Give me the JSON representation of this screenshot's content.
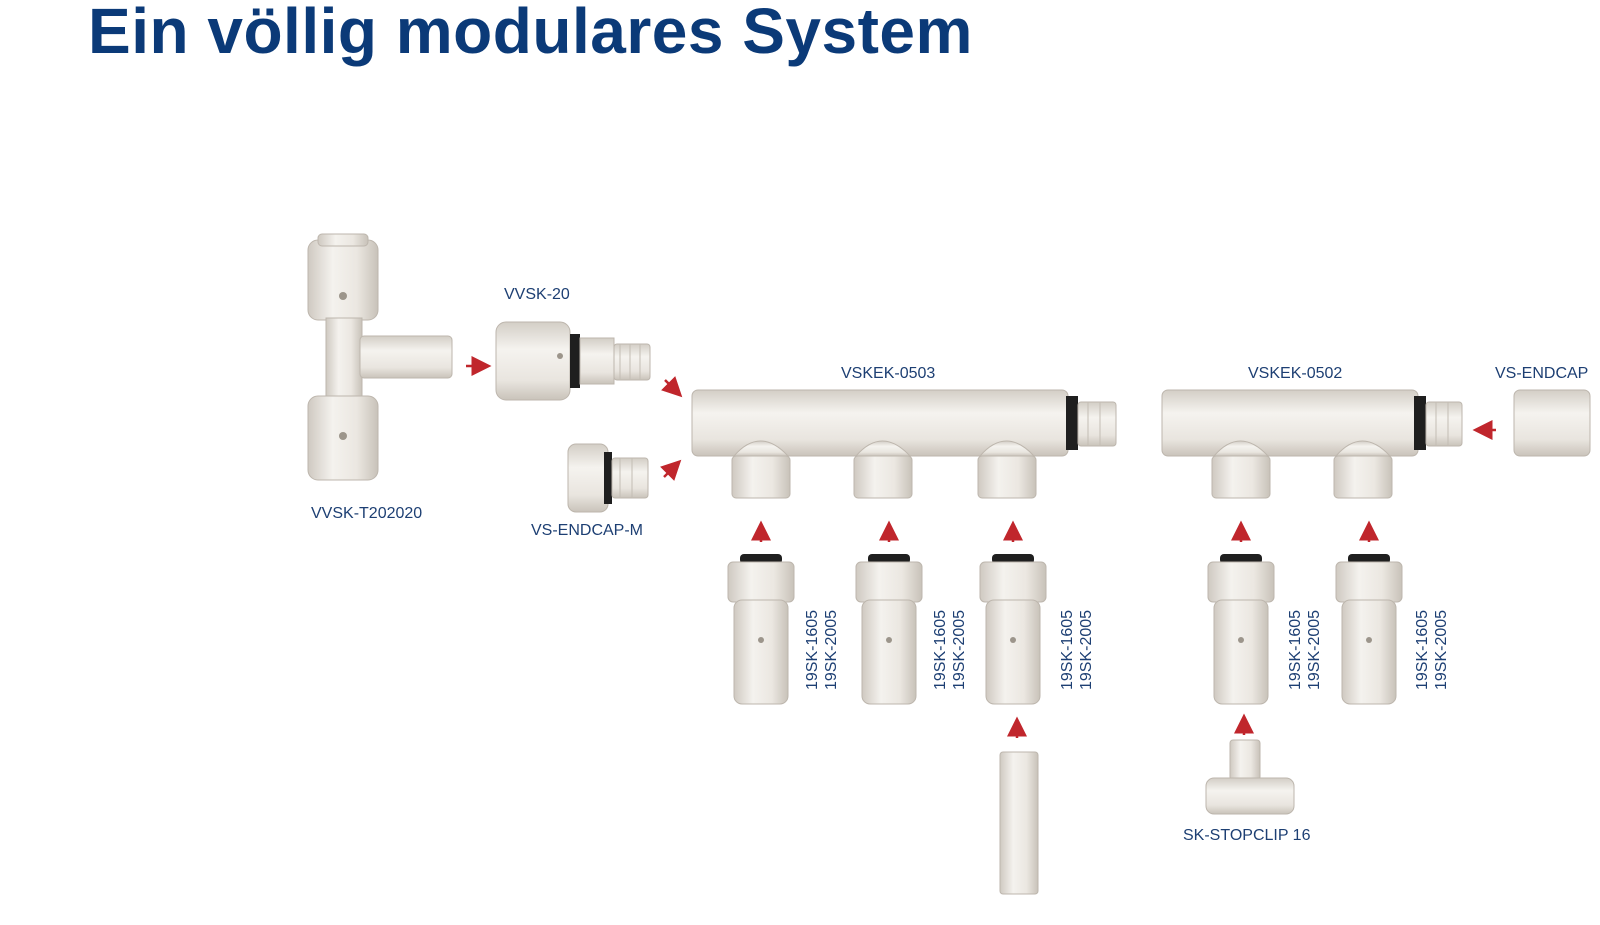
{
  "title": "Ein völlig modulares System",
  "labels": {
    "tee": "VVSK-T202020",
    "adapter": "VVSK-20",
    "endcap_m": "VS-ENDCAP-M",
    "manifold3": "VSKEK-0503",
    "manifold2": "VSKEK-0502",
    "endcap": "VS-ENDCAP",
    "stopclip": "SK-STOPCLIP 16"
  },
  "connector_label": [
    "19SK-1605",
    "19SK-2005"
  ],
  "colors": {
    "title": "#0b3a78",
    "label": "#1d3f73",
    "arrow": "#c0262c",
    "part": "#ece9e4",
    "part_shade": "#d7d2cb",
    "seal": "#1a1a1a"
  }
}
